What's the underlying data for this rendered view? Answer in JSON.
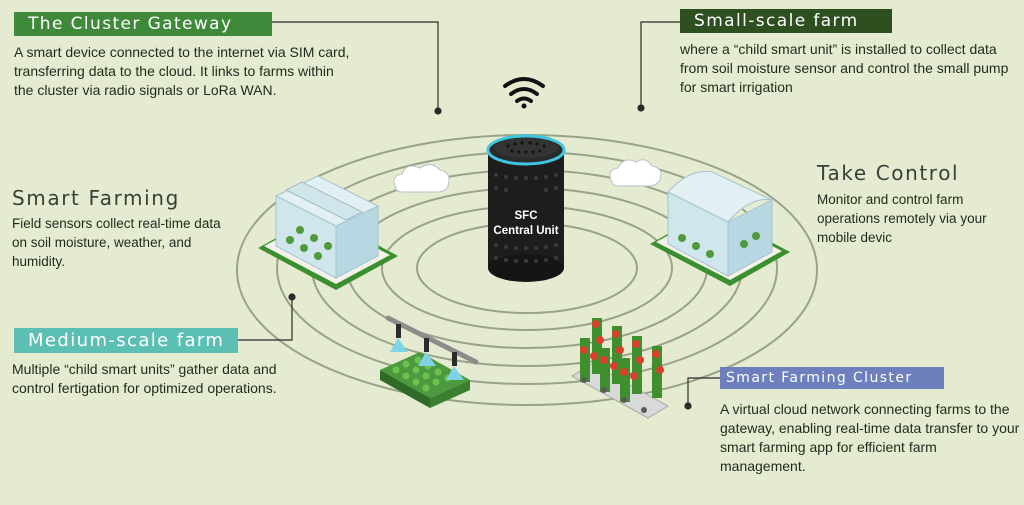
{
  "gateway": {
    "title": "The Cluster Gateway",
    "description": "A smart device connected to the internet via SIM card, transferring data to the cloud. It links to farms within the cluster via radio signals or LoRa WAN."
  },
  "small_farm": {
    "title": "Small-scale farm",
    "description": "where a “child smart unit” is installed to collect data from soil moisture sensor and control the small pump for smart irrigation"
  },
  "smart_farming": {
    "title": "Smart Farming",
    "description": "Field sensors collect real-time data on soil moisture, weather, and humidity."
  },
  "take_control": {
    "title": "Take Control",
    "description": "Monitor and control farm operations remotely via your mobile devic"
  },
  "medium_farm": {
    "title": "Medium-scale farm",
    "description": "Multiple “child smart units” gather data and control fertigation for optimized operations."
  },
  "cluster": {
    "title": "Smart Farming Cluster",
    "description": "A virtual cloud network connecting farms to the gateway, enabling real-time data transfer to your smart farming app for efficient farm management."
  },
  "central_unit": {
    "line1": "SFC",
    "line2": "Central Unit"
  },
  "colors": {
    "background": "#e4ebd0",
    "gateway_banner": "#3e8a3a",
    "small_banner": "#2e4f1f",
    "medium_banner": "#5bbfb4",
    "cluster_banner": "#6e7fbd",
    "device_ring": "#3ec6e0"
  },
  "icons": [
    "wifi-icon",
    "cloud-icon",
    "greenhouse-icon",
    "sprinkler-icon",
    "tomato-plant-icon",
    "speaker-device-icon"
  ]
}
